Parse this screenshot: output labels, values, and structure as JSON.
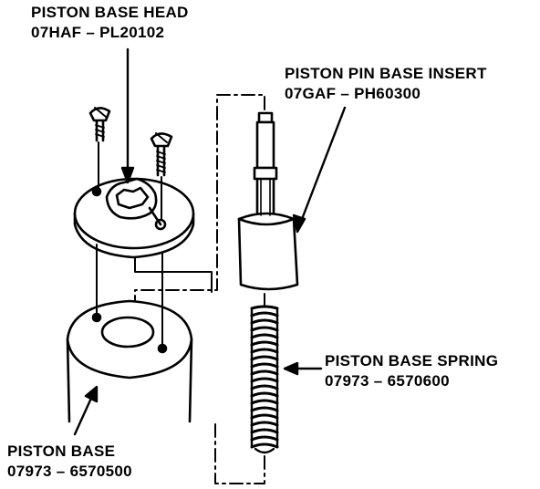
{
  "labels": {
    "piston_base_head": {
      "name": "PISTON BASE HEAD",
      "part": "07HAF – PL20102"
    },
    "piston_pin_base_insert": {
      "name": "PISTON PIN BASE INSERT",
      "part": "07GAF – PH60300"
    },
    "piston_base_spring": {
      "name": "PISTON BASE SPRING",
      "part": "07973 – 6570600"
    },
    "piston_base": {
      "name": "PISTON BASE",
      "part": "07973 – 6570500"
    }
  },
  "colors": {
    "ink": "#000000",
    "paper": "#ffffff"
  }
}
